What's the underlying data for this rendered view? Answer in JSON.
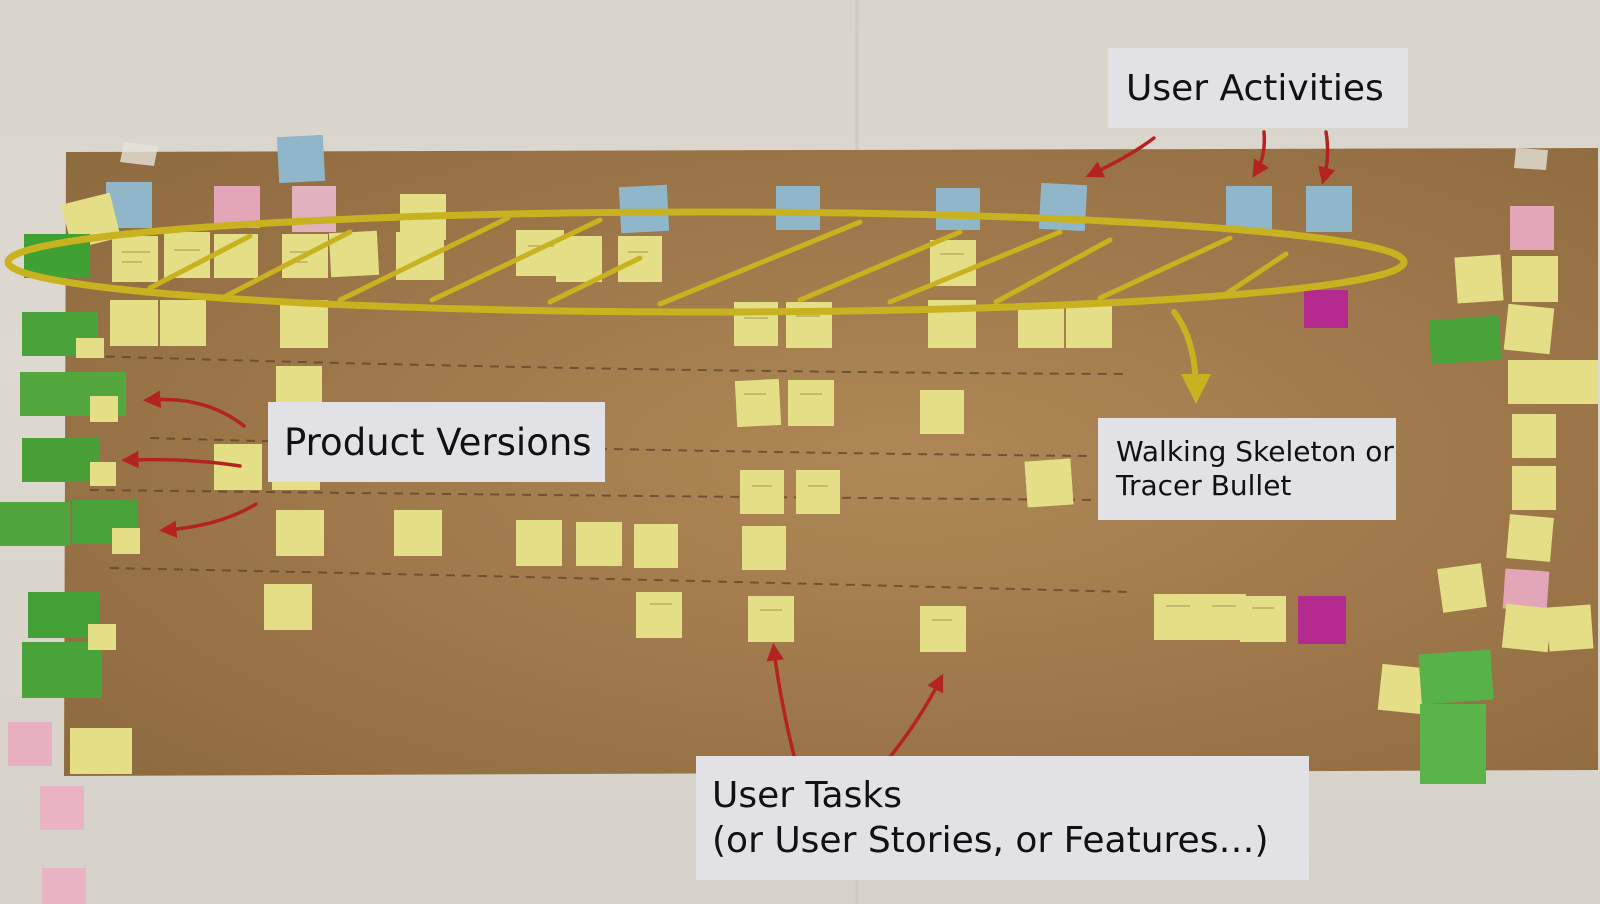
{
  "callouts": {
    "user_activities": "User Activities",
    "product_versions": "Product Versions",
    "walking_skeleton": "Walking Skeleton or\nTracer Bullet",
    "user_tasks": "User Tasks\n(or User Stories, or Features…)"
  },
  "colors": {
    "wall": "#d9d5cd",
    "kraft_paper": "#a8804f",
    "sticky_yellow": "#e4df86",
    "sticky_blue": "#8fb6c9",
    "sticky_green": "#4aa33a",
    "sticky_pink": "#e2a6b8",
    "sticky_magenta": "#b42a8e",
    "annotation_arrow": "#b4231f",
    "highlight_ellipse": "#c9b21f"
  }
}
